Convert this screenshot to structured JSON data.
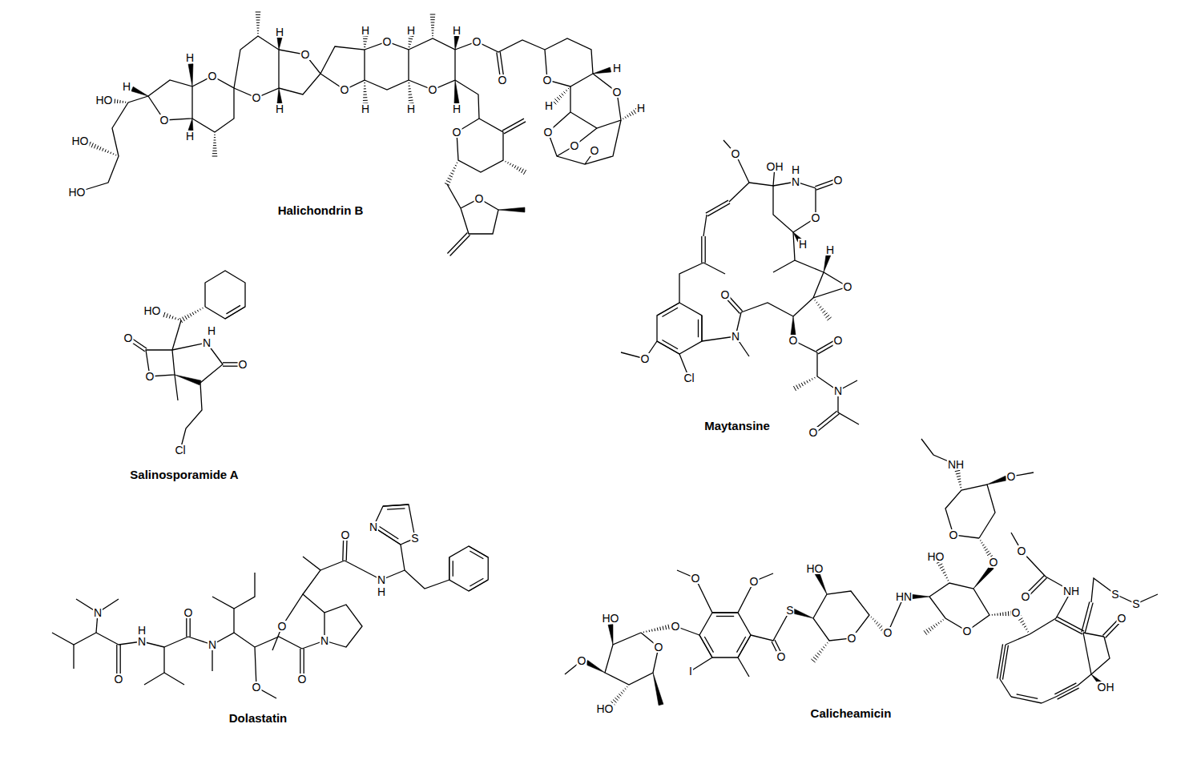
{
  "diagram": {
    "labels": [
      "HO",
      "H",
      "HO",
      "HO",
      "O",
      "H",
      "H",
      "O",
      "O",
      "H",
      "H",
      "O",
      "O",
      "H",
      "H",
      "O",
      "H",
      "O",
      "H",
      "H",
      "H",
      "O",
      "O",
      "O",
      "H",
      "O",
      "H",
      "H",
      "O",
      "O",
      "O",
      "O",
      "O",
      "Halichondrin B",
      "HO",
      "O",
      "H",
      "N",
      "O",
      "O",
      "Cl",
      "Salinosporamide A",
      "O",
      "OH",
      "H",
      "N",
      "O",
      "O",
      "H",
      "H",
      "O",
      "O",
      "N",
      "O",
      "Cl",
      "O",
      "O",
      "N",
      "O",
      "Maytansine",
      "N",
      "H",
      "N",
      "O",
      "O",
      "N",
      "O",
      "O",
      "O",
      "N",
      "O",
      "N",
      "H",
      "N",
      "S",
      "Dolastatin",
      "NH",
      "O",
      "O",
      "HO",
      "O",
      "HO",
      "O",
      "O",
      "HN",
      "S",
      "HO",
      "O",
      "O",
      "O",
      "O",
      "O",
      "O",
      "O",
      "O",
      "I",
      "HO",
      "O",
      "O",
      "NH",
      "S",
      "S",
      "O",
      "OH",
      "Calicheamicin"
    ]
  }
}
